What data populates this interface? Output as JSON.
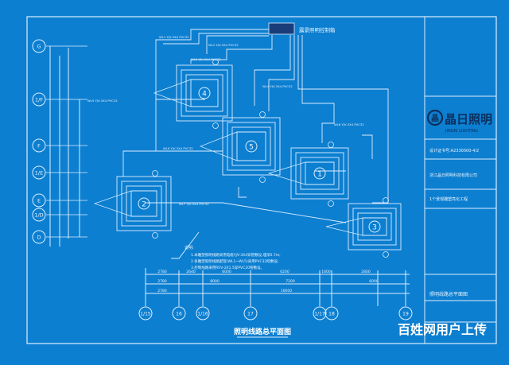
{
  "colors": {
    "background": "#0d7fd0",
    "line": "#dbeeff",
    "ink": "#0b2f5c",
    "panel": "#1a3d7a"
  },
  "control_box_label": "露景照明控制箱",
  "drawing_title": "照明线路总平面图",
  "watermark": "百姓网用户上传",
  "title_block": {
    "logo_text": "晶日照明",
    "logo_sub": "JINGRI LIGHTING",
    "cert_line": "设计证书号:A2330000-4/2",
    "company_line": "浙江晶日照明科技有限公司",
    "project_line": "1个景观雕塑亮化工程",
    "drawing_name": "照明线路总平面图"
  },
  "fixtures": [
    {
      "id": "1",
      "label": "①"
    },
    {
      "id": "2",
      "label": "②"
    },
    {
      "id": "3",
      "label": "③"
    },
    {
      "id": "4",
      "label": "④"
    },
    {
      "id": "5",
      "label": "⑤"
    }
  ],
  "notes": {
    "heading": "说明:",
    "lines": [
      "1.本雕塑照明线路采用电缆YJV-3X4穿管敷设,埋深0.7m;",
      "2.各雕塑照明线路配管(WL1~WL5)采用PVC32暗敷设;",
      "3.控制线路采用RVV-2X1.5穿PVC20管敷设。"
    ]
  },
  "grid_left": [
    "G",
    "1/F",
    "F",
    "1/E",
    "E",
    "1/D",
    "D"
  ],
  "grid_bottom": [
    "1/15",
    "16",
    "1/16",
    "17",
    "1/17",
    "18",
    "19"
  ],
  "dims": {
    "row1": [
      "2780",
      "2640",
      "6000",
      "6200",
      "1600",
      "2800"
    ],
    "row2": [
      "2780",
      "8000",
      "7200",
      "6000"
    ],
    "row3": [
      "2780",
      "16000"
    ]
  },
  "circuit_labels": [
    "WL1 YJV-3X4 PVC32",
    "WL2 YJV-3X4 PVC32",
    "WL3 YJV-3X4 PVC32",
    "WL4 YJV-3X4 PVC32",
    "WL5 YJV-3X4 PVC32",
    "WL6 YJV-3X4 PVC32",
    "WL7 YJV-3X4 PVC32",
    "WL8 YJV-3X4 PVC32"
  ]
}
